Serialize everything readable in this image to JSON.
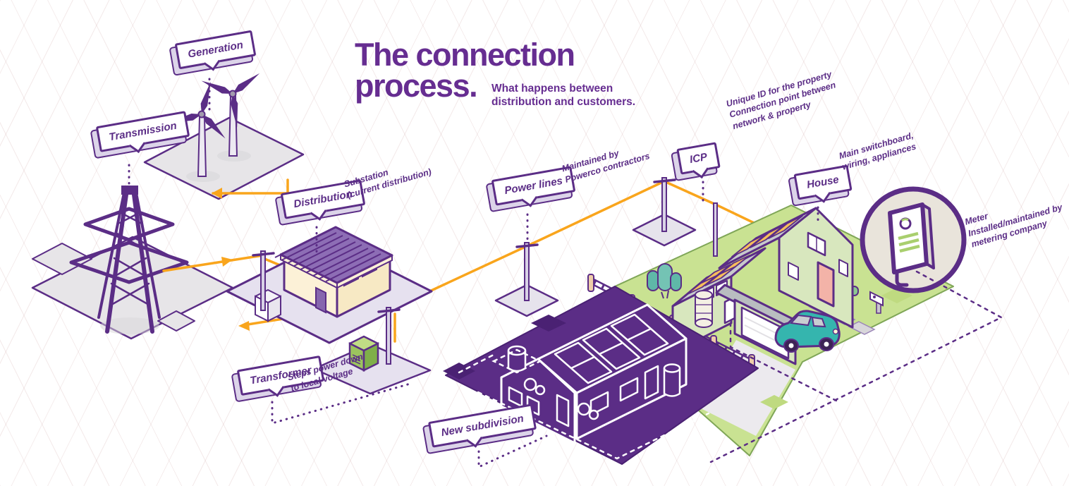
{
  "header": {
    "title": "The connection\nprocess.",
    "subtitle": "What happens between distribution and customers."
  },
  "bubbles": {
    "generation": "Generation",
    "transmission": "Transmission",
    "distribution": "Distribution",
    "transformer": "Transformer",
    "power_lines": "Power lines",
    "icp": "ICP",
    "house": "House",
    "new_subdivision": "New subdivision"
  },
  "annotations": {
    "substation": "Substation\n(current distribution)",
    "power_lines": "Maintained by\nPowerco contractors",
    "icp": "Unique ID for the property\nConnection point between\nnetwork & property",
    "house": "Main switchboard,\nwiring, appliances",
    "meter_title": "Meter",
    "meter_body": "Installed/maintained by\nmetering company",
    "transformer": "Steps power down\nto local voltage"
  },
  "scene_icons": [
    "wind-turbine",
    "transmission-tower",
    "substation-building",
    "transformer-box",
    "power-pole",
    "electricity-meter",
    "house",
    "car",
    "trees",
    "fence",
    "new-subdivision-house",
    "mailbox",
    "flow-arrow"
  ],
  "colors": {
    "purple": "#5B2D86",
    "title_purple": "#662D91",
    "wire_orange": "#F9A51C",
    "lawn_green": "#C9E292",
    "transformer_green": "#A8CC6A",
    "car_teal": "#35B5AE",
    "cream": "#FBF0D6",
    "lavender": "#DCD4E9"
  }
}
